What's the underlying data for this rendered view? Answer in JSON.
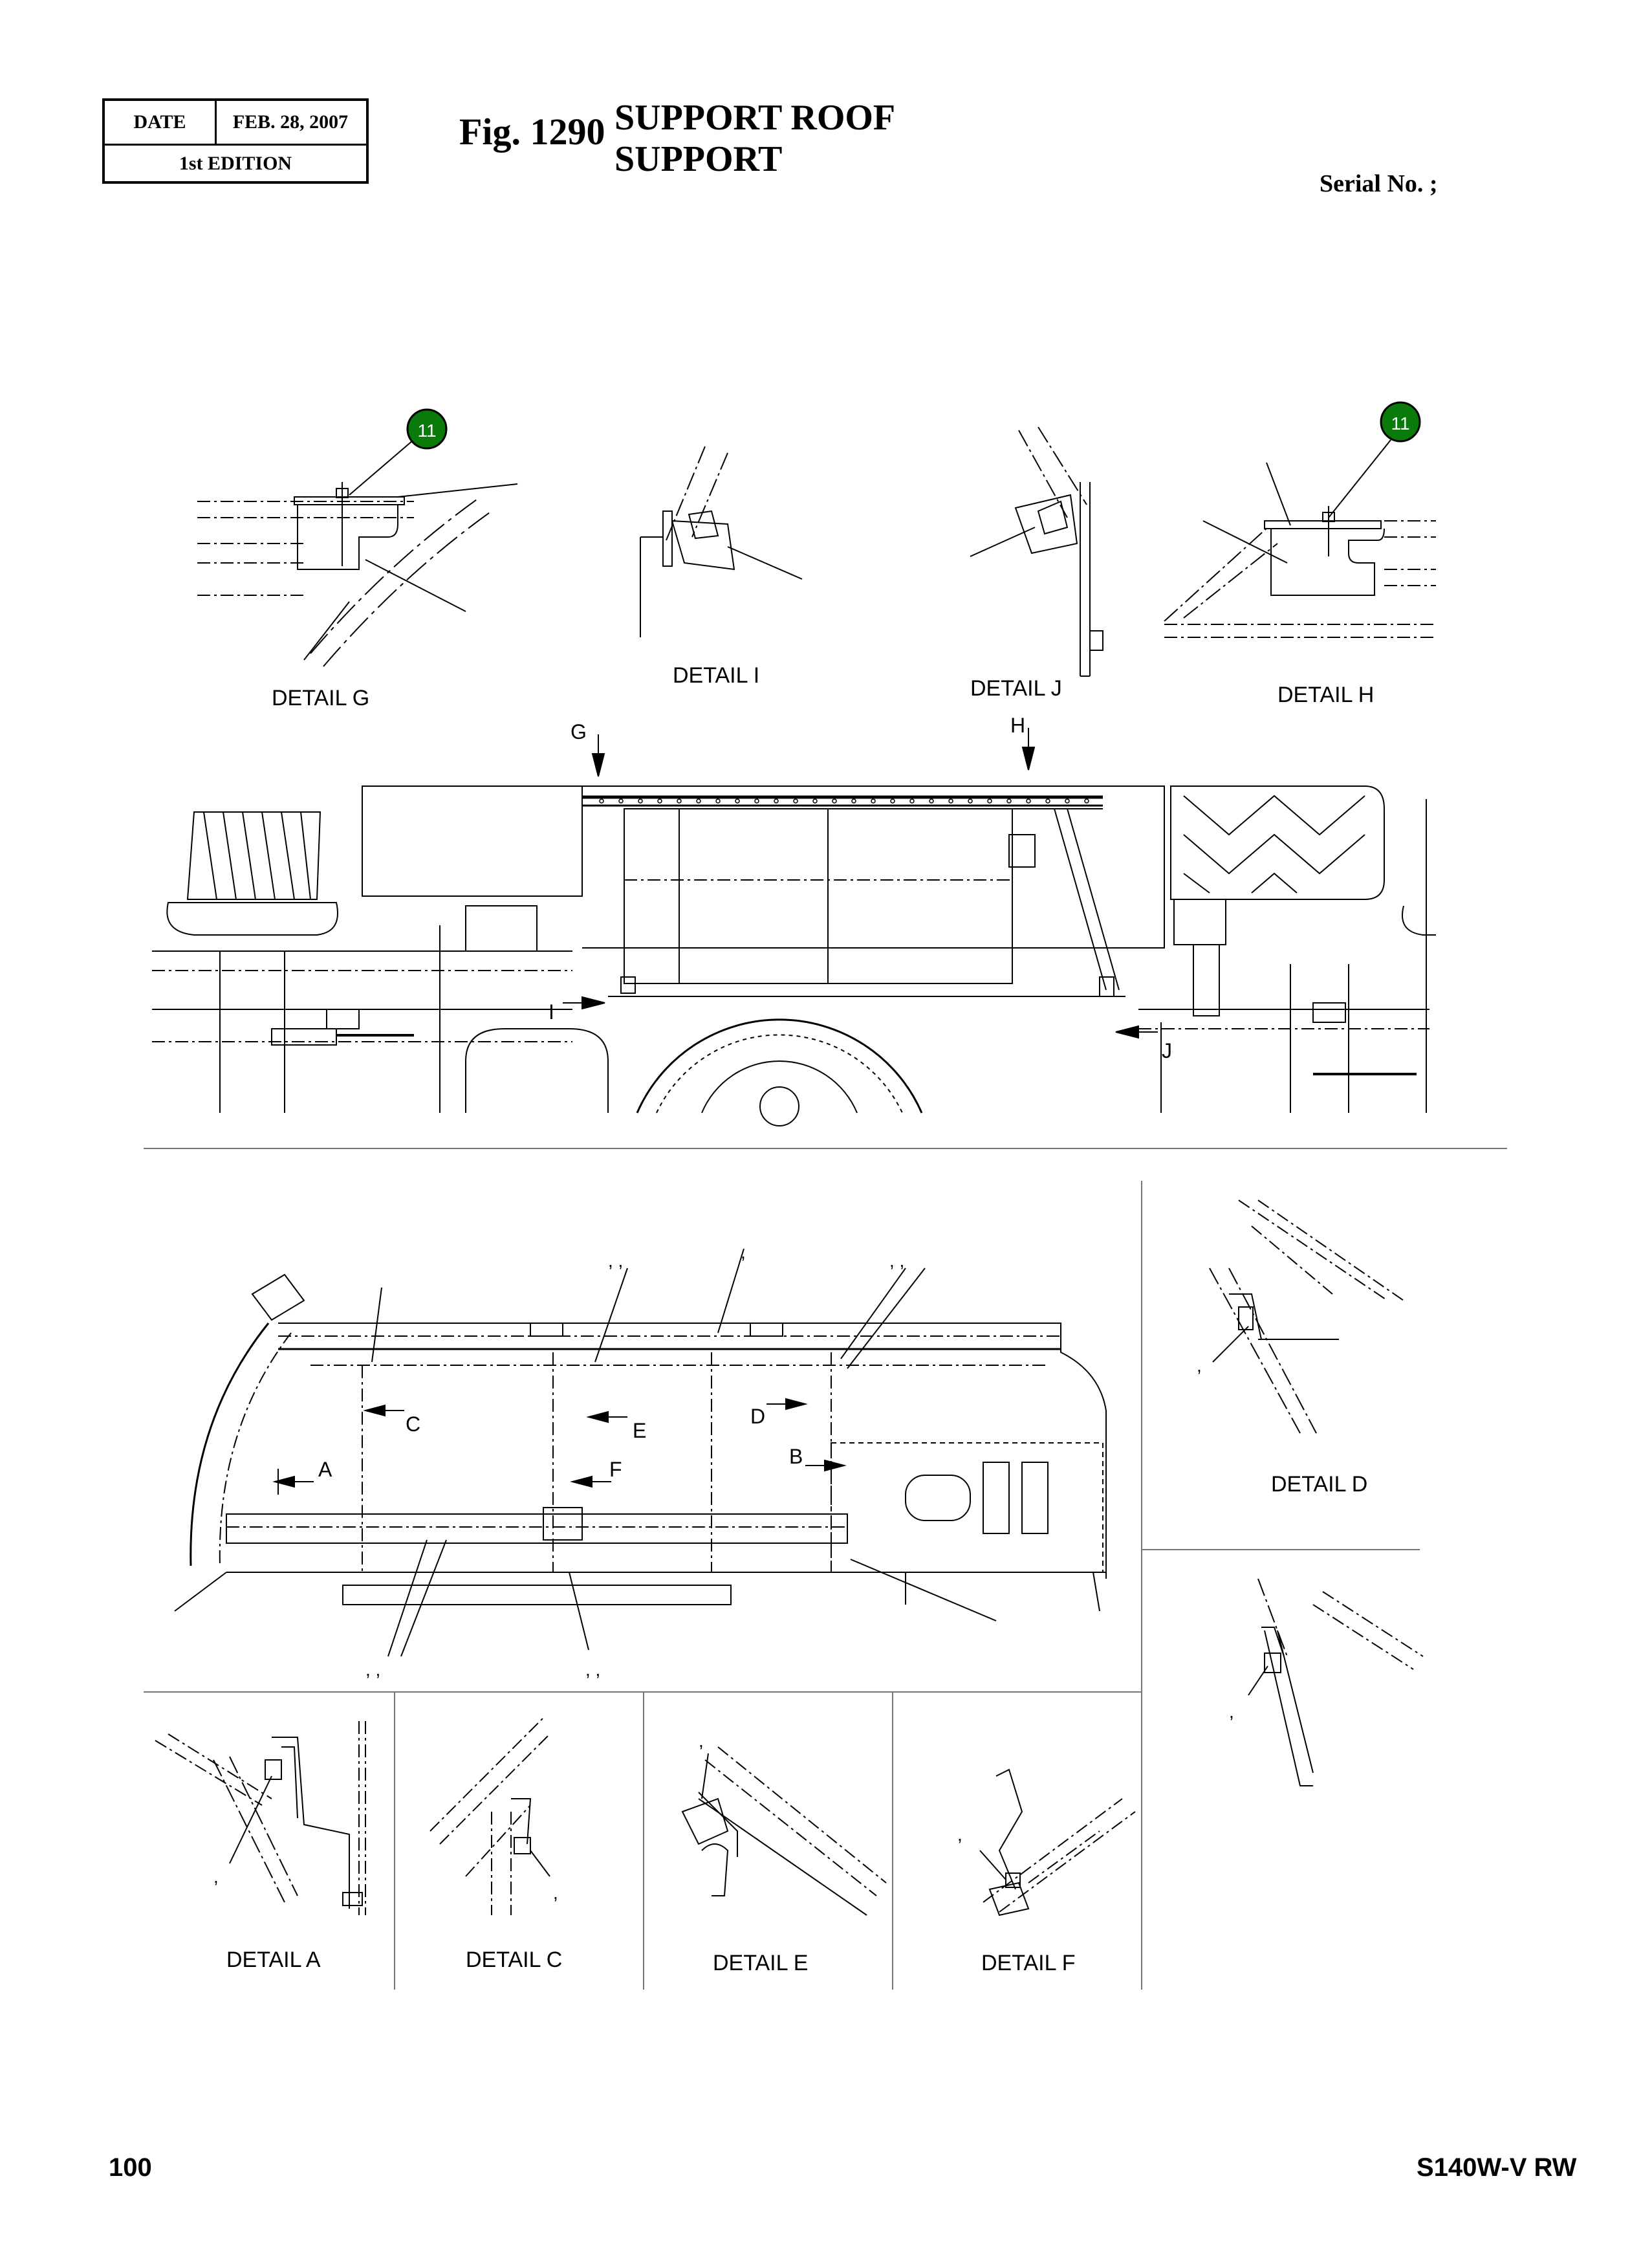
{
  "header": {
    "date_label": "DATE",
    "date_value": "FEB. 28, 2007",
    "edition": "1st EDITION",
    "fig_number": "Fig. 1290",
    "title_line1": "SUPPORT  ROOF",
    "title_line2": "SUPPORT",
    "serial": "Serial No. ;"
  },
  "callouts": {
    "item_11": "11"
  },
  "details": {
    "g": "DETAIL G",
    "i": "DETAIL I",
    "j": "DETAIL J",
    "h": "DETAIL H",
    "d": "DETAIL D",
    "a": "DETAIL A",
    "c": "DETAIL C",
    "e": "DETAIL E",
    "f": "DETAIL F"
  },
  "view_markers": {
    "g": "G",
    "h": "H",
    "i": "I",
    "j": "J",
    "a": "A",
    "b": "B",
    "c": "C",
    "d": "D",
    "e": "E",
    "f": "F"
  },
  "ref_marks": {
    "comma_single": ",",
    "comma_pair": ",  ,"
  },
  "footer": {
    "page": "100",
    "model": "S140W-V RW"
  },
  "colors": {
    "callout_fill": "#0a7a0a",
    "line": "#000000"
  }
}
